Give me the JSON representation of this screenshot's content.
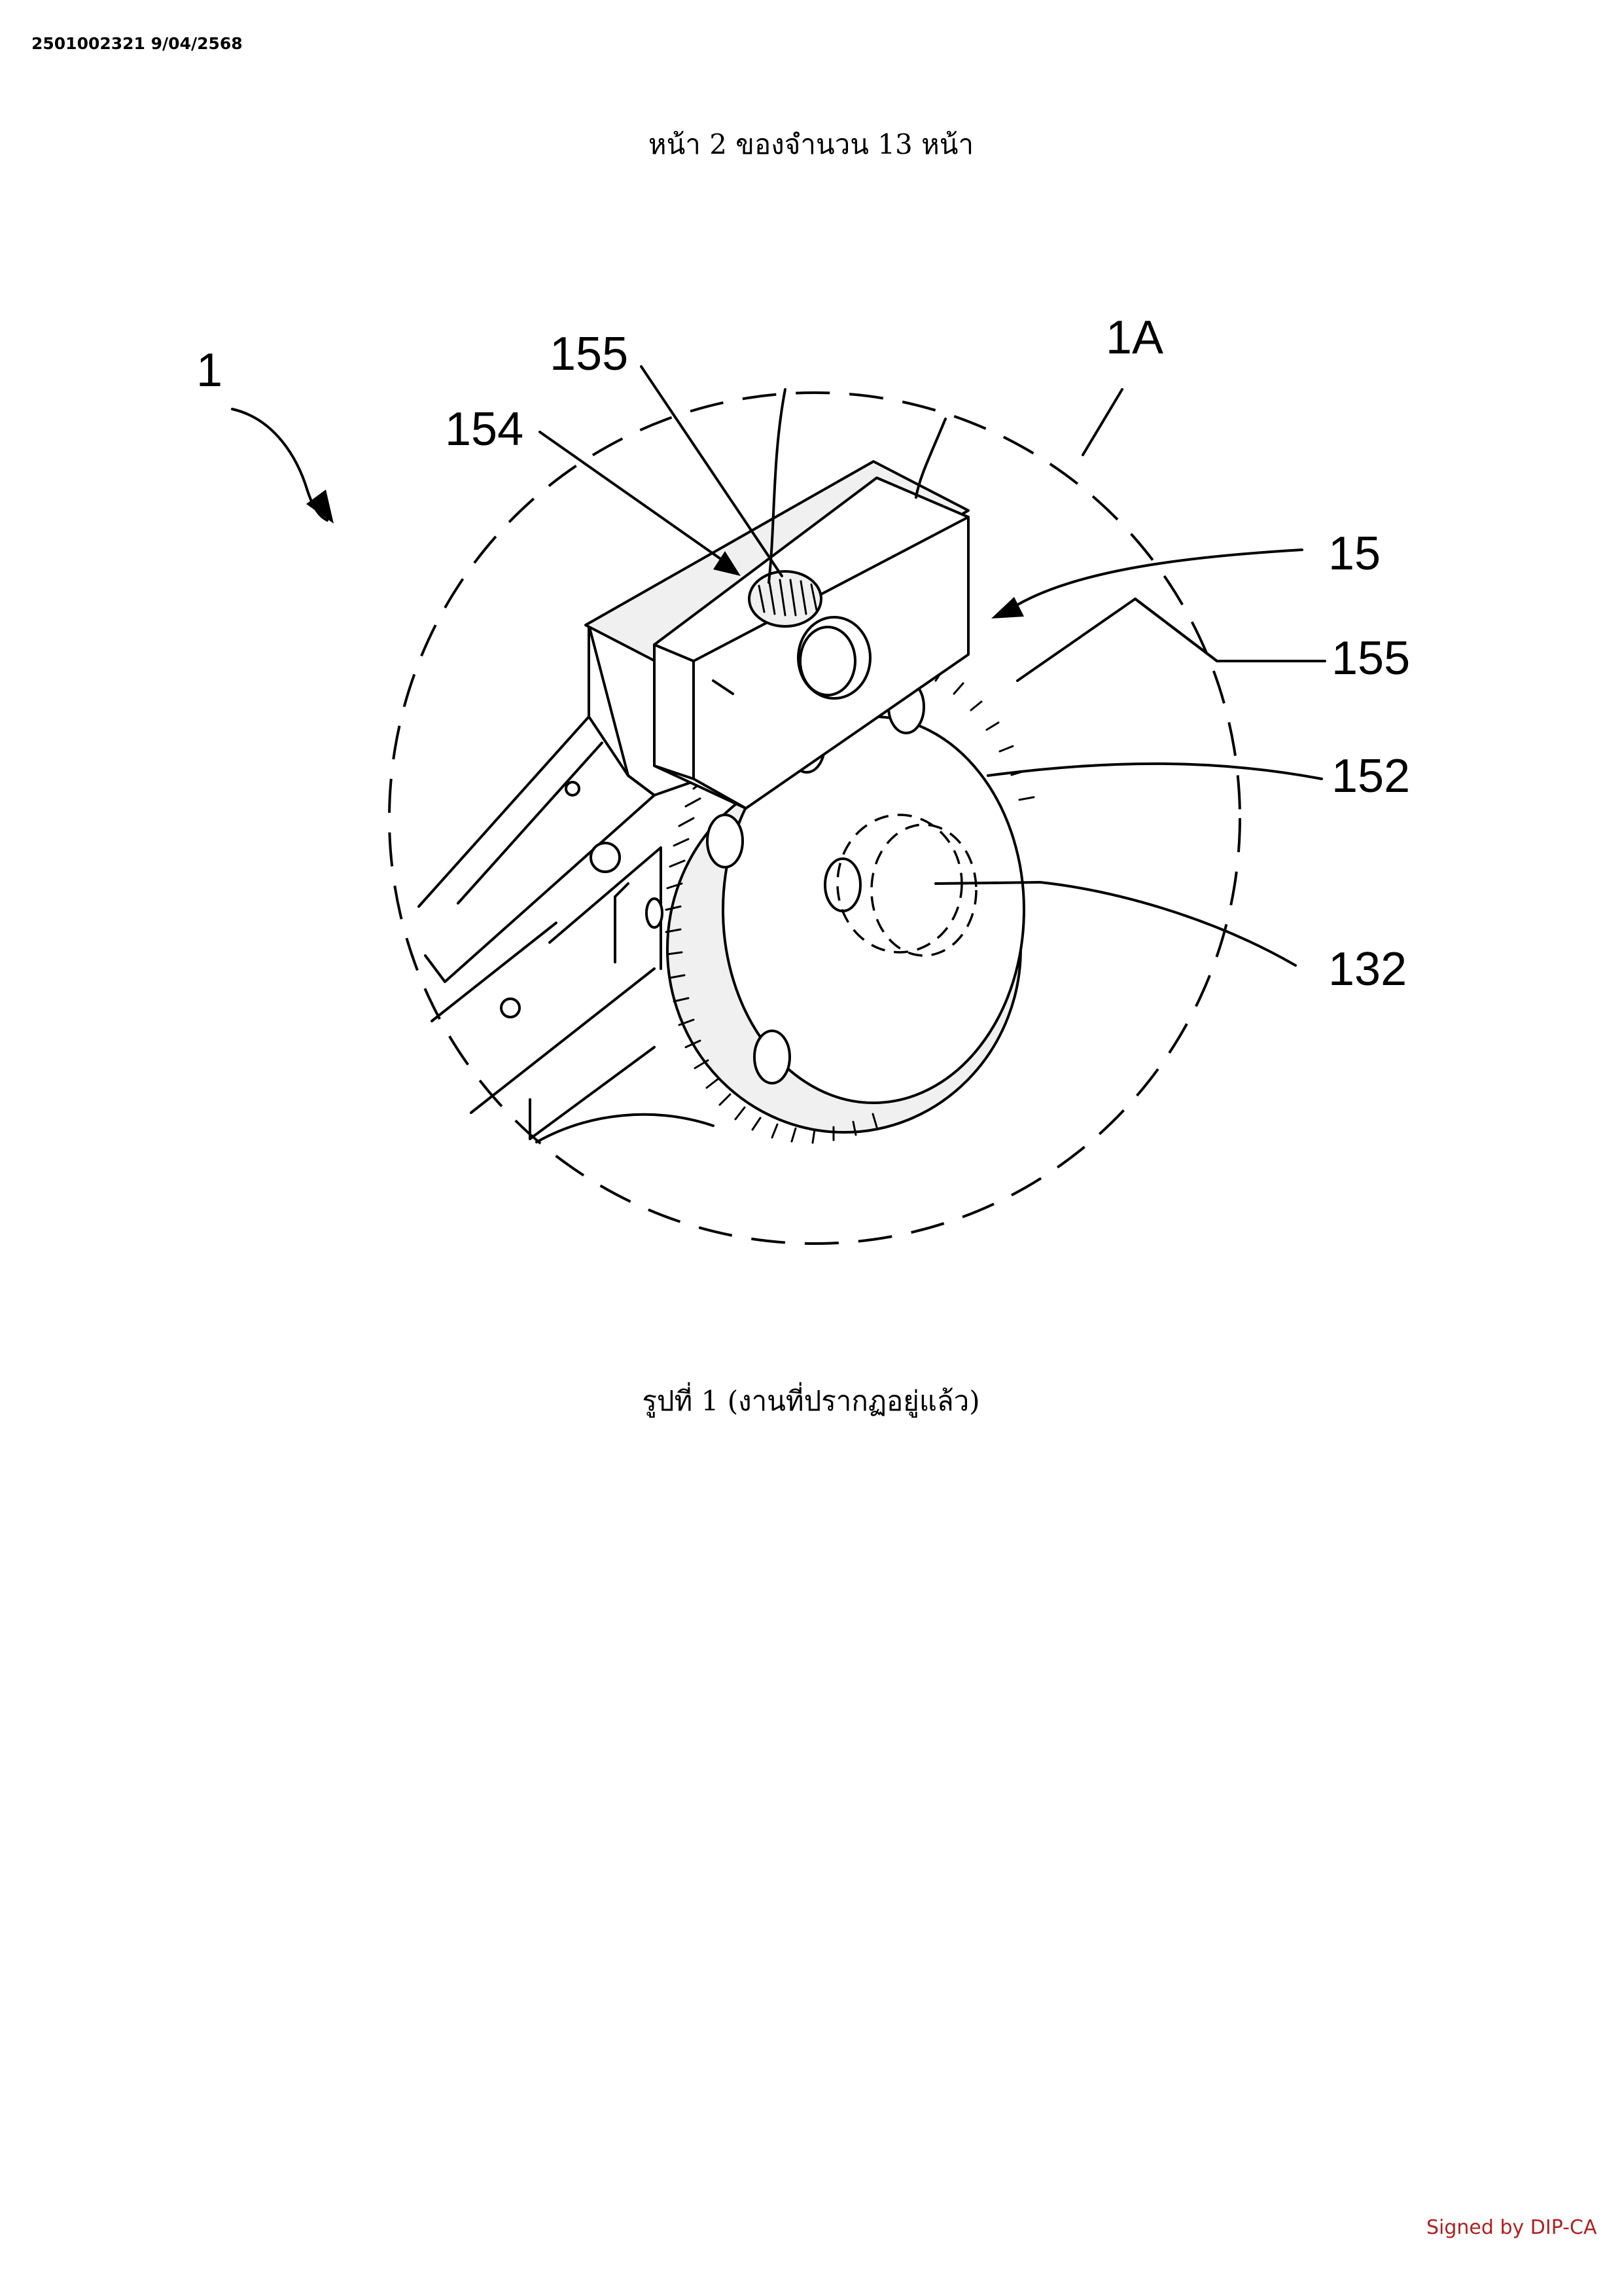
{
  "document": {
    "doc_id": "2501002321 9/04/2568",
    "page_header": "หน้า 2 ของจำนวน 13 หน้า",
    "figure_caption": "รูปที่ 1 (งานที่ปรากฏอยู่แล้ว)",
    "signature": "Signed by DIP-CA"
  },
  "colors": {
    "text": "#000000",
    "signature": "#b02020",
    "background": "#ffffff"
  },
  "drawing": {
    "labels": {
      "assembly": "1",
      "detail_area": "1A",
      "mount_top": "155",
      "shaft": "154",
      "housing": "15",
      "gear_ring": "155",
      "gear_disc": "152",
      "axle": "132"
    }
  }
}
